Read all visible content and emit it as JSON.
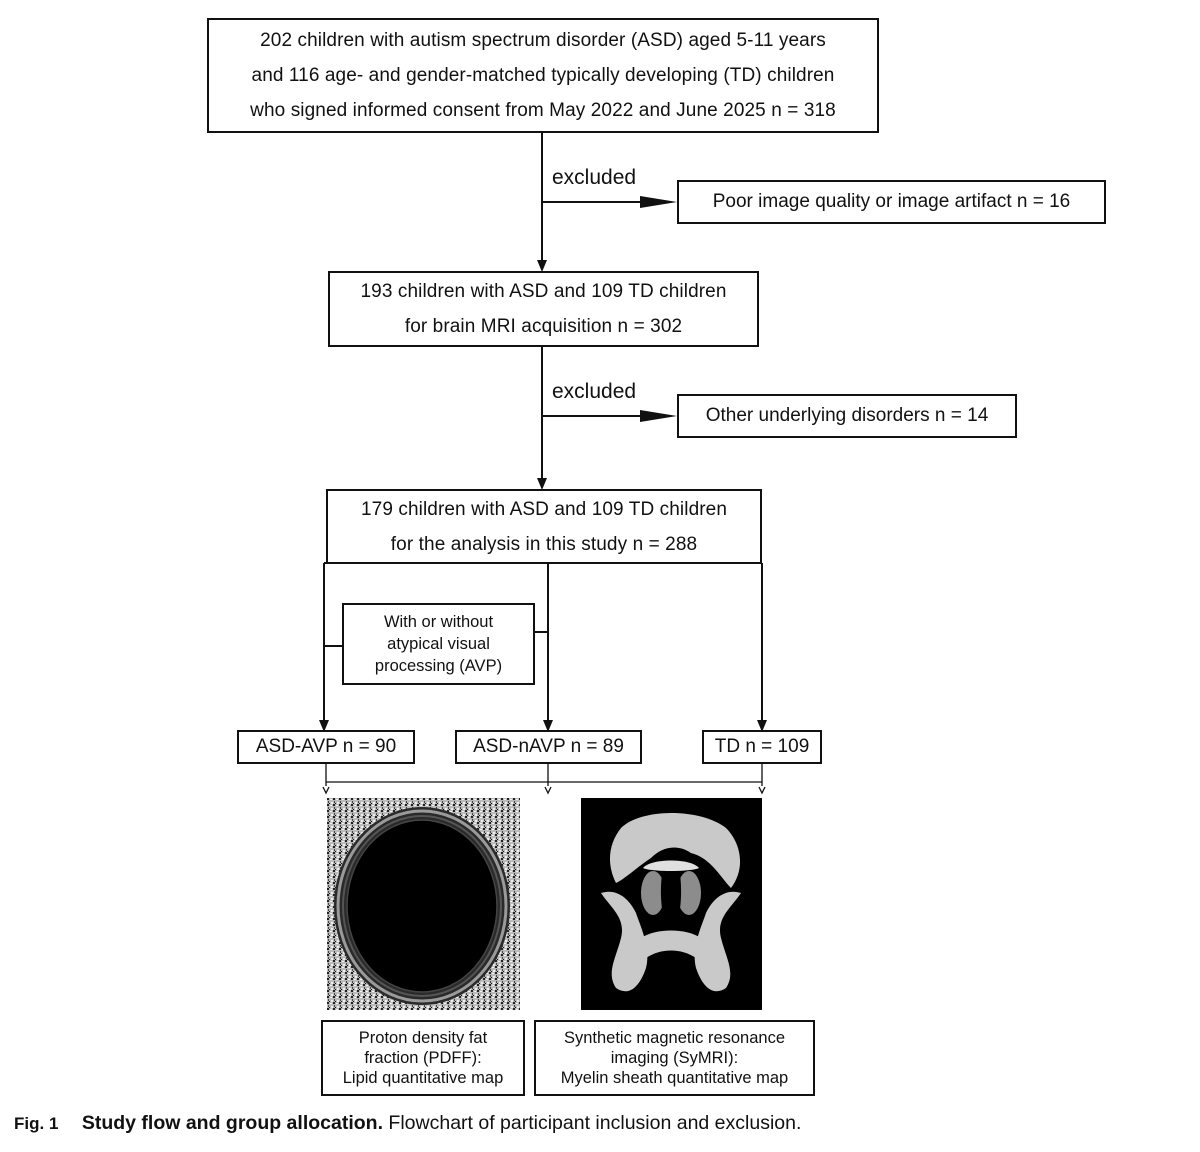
{
  "boxes": {
    "enrolled": {
      "lines": [
        "202 children with autism spectrum disorder (ASD) aged 5-11 years",
        "and 116 age- and gender-matched typically developing (TD) children",
        "who signed informed consent from May 2022 and June 2025  n = 318"
      ]
    },
    "excluded_1": {
      "label": "excluded",
      "text": "Poor image quality or image artifact  n = 16"
    },
    "mri": {
      "lines": [
        "193 children with ASD and 109 TD children",
        "for brain MRI acquisition  n = 302"
      ]
    },
    "excluded_2": {
      "label": "excluded",
      "text": "Other underlying disorders  n = 14"
    },
    "analysis": {
      "lines": [
        "179 children with ASD and 109 TD children",
        "for the analysis in this study  n = 288"
      ]
    },
    "avp_criterion": {
      "lines": [
        "With or without",
        "atypical visual",
        "processing (AVP)"
      ]
    },
    "groups": [
      {
        "text": "ASD-AVP  n = 90"
      },
      {
        "text": "ASD-nAVP  n = 89"
      },
      {
        "text": "TD  n = 109"
      }
    ],
    "pdff": {
      "lines": [
        "Proton density fat",
        "fraction (PDFF):",
        "Lipid quantitative map"
      ]
    },
    "symri": {
      "lines": [
        "Synthetic magnetic resonance",
        "imaging (SyMRI):",
        "Myelin sheath quantitative map"
      ]
    }
  },
  "caption": {
    "fig_label": "Fig. 1",
    "title": "Study flow and group allocation.",
    "text": "Flowchart of participant inclusion and exclusion."
  }
}
